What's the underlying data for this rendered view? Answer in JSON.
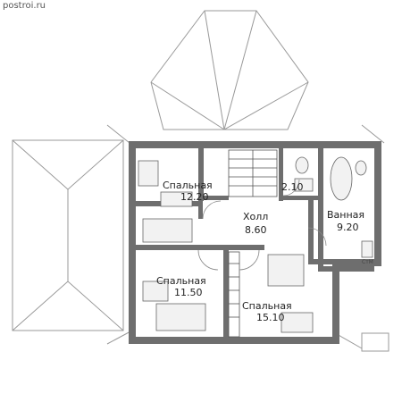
{
  "site_label": "postroi.ru",
  "rooms": [
    {
      "name": "Спальная",
      "area": "12.20"
    },
    {
      "name": "",
      "area": "2.10"
    },
    {
      "name": "Ванная",
      "area": "9.20"
    },
    {
      "name": "Холл",
      "area": "8.60"
    },
    {
      "name": "Спальная",
      "area": "11.50"
    },
    {
      "name": "Спальная",
      "area": "15.10"
    }
  ],
  "fixture_label": "СтМ",
  "colors": {
    "wall": "#6e6e6e",
    "line": "#888888",
    "room": "#ffffff"
  }
}
